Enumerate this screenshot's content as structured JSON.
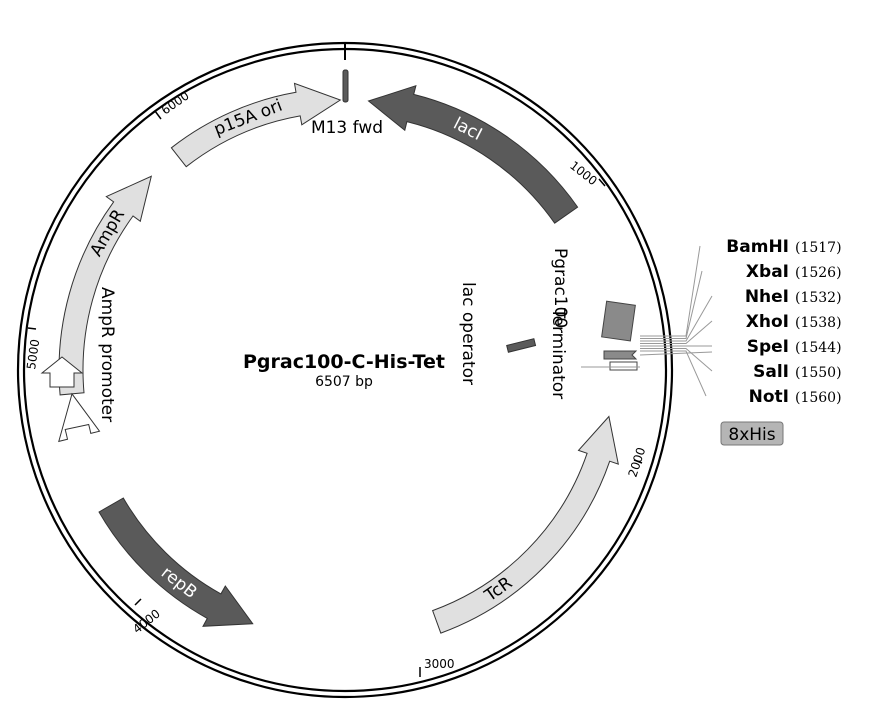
{
  "plasmid": {
    "name": "Pgrac100-C-His-Tet",
    "size_label": "6507 bp"
  },
  "ticks": [
    "1000",
    "2000",
    "3000",
    "4000",
    "5000",
    "6000"
  ],
  "features": {
    "p15a_ori": "p15A ori",
    "m13_fwd": "M13 fwd",
    "laci": "lacI",
    "ampr": "AmpR",
    "ampr_promoter": "AmpR promoter",
    "pgrac100": "Pgrac100",
    "terminator": "Terminator",
    "lac_operator": "lac operator",
    "tcr": "TcR",
    "repb": "repB",
    "his_tag": "8xHis"
  },
  "sites": [
    {
      "name": "BamHI",
      "pos": "(1517)"
    },
    {
      "name": "XbaI",
      "pos": "(1526)"
    },
    {
      "name": "NheI",
      "pos": "(1532)"
    },
    {
      "name": "XhoI",
      "pos": "(1538)"
    },
    {
      "name": "SpeI",
      "pos": "(1544)"
    },
    {
      "name": "SalI",
      "pos": "(1550)"
    },
    {
      "name": "NotI",
      "pos": "(1560)"
    }
  ],
  "colors": {
    "dark_feature": "#5a5a5a",
    "light_feature": "#e0e0e0",
    "mid_feature": "#8a8a8a",
    "backbone": "#000000",
    "his_box": "#b5b5b5"
  }
}
